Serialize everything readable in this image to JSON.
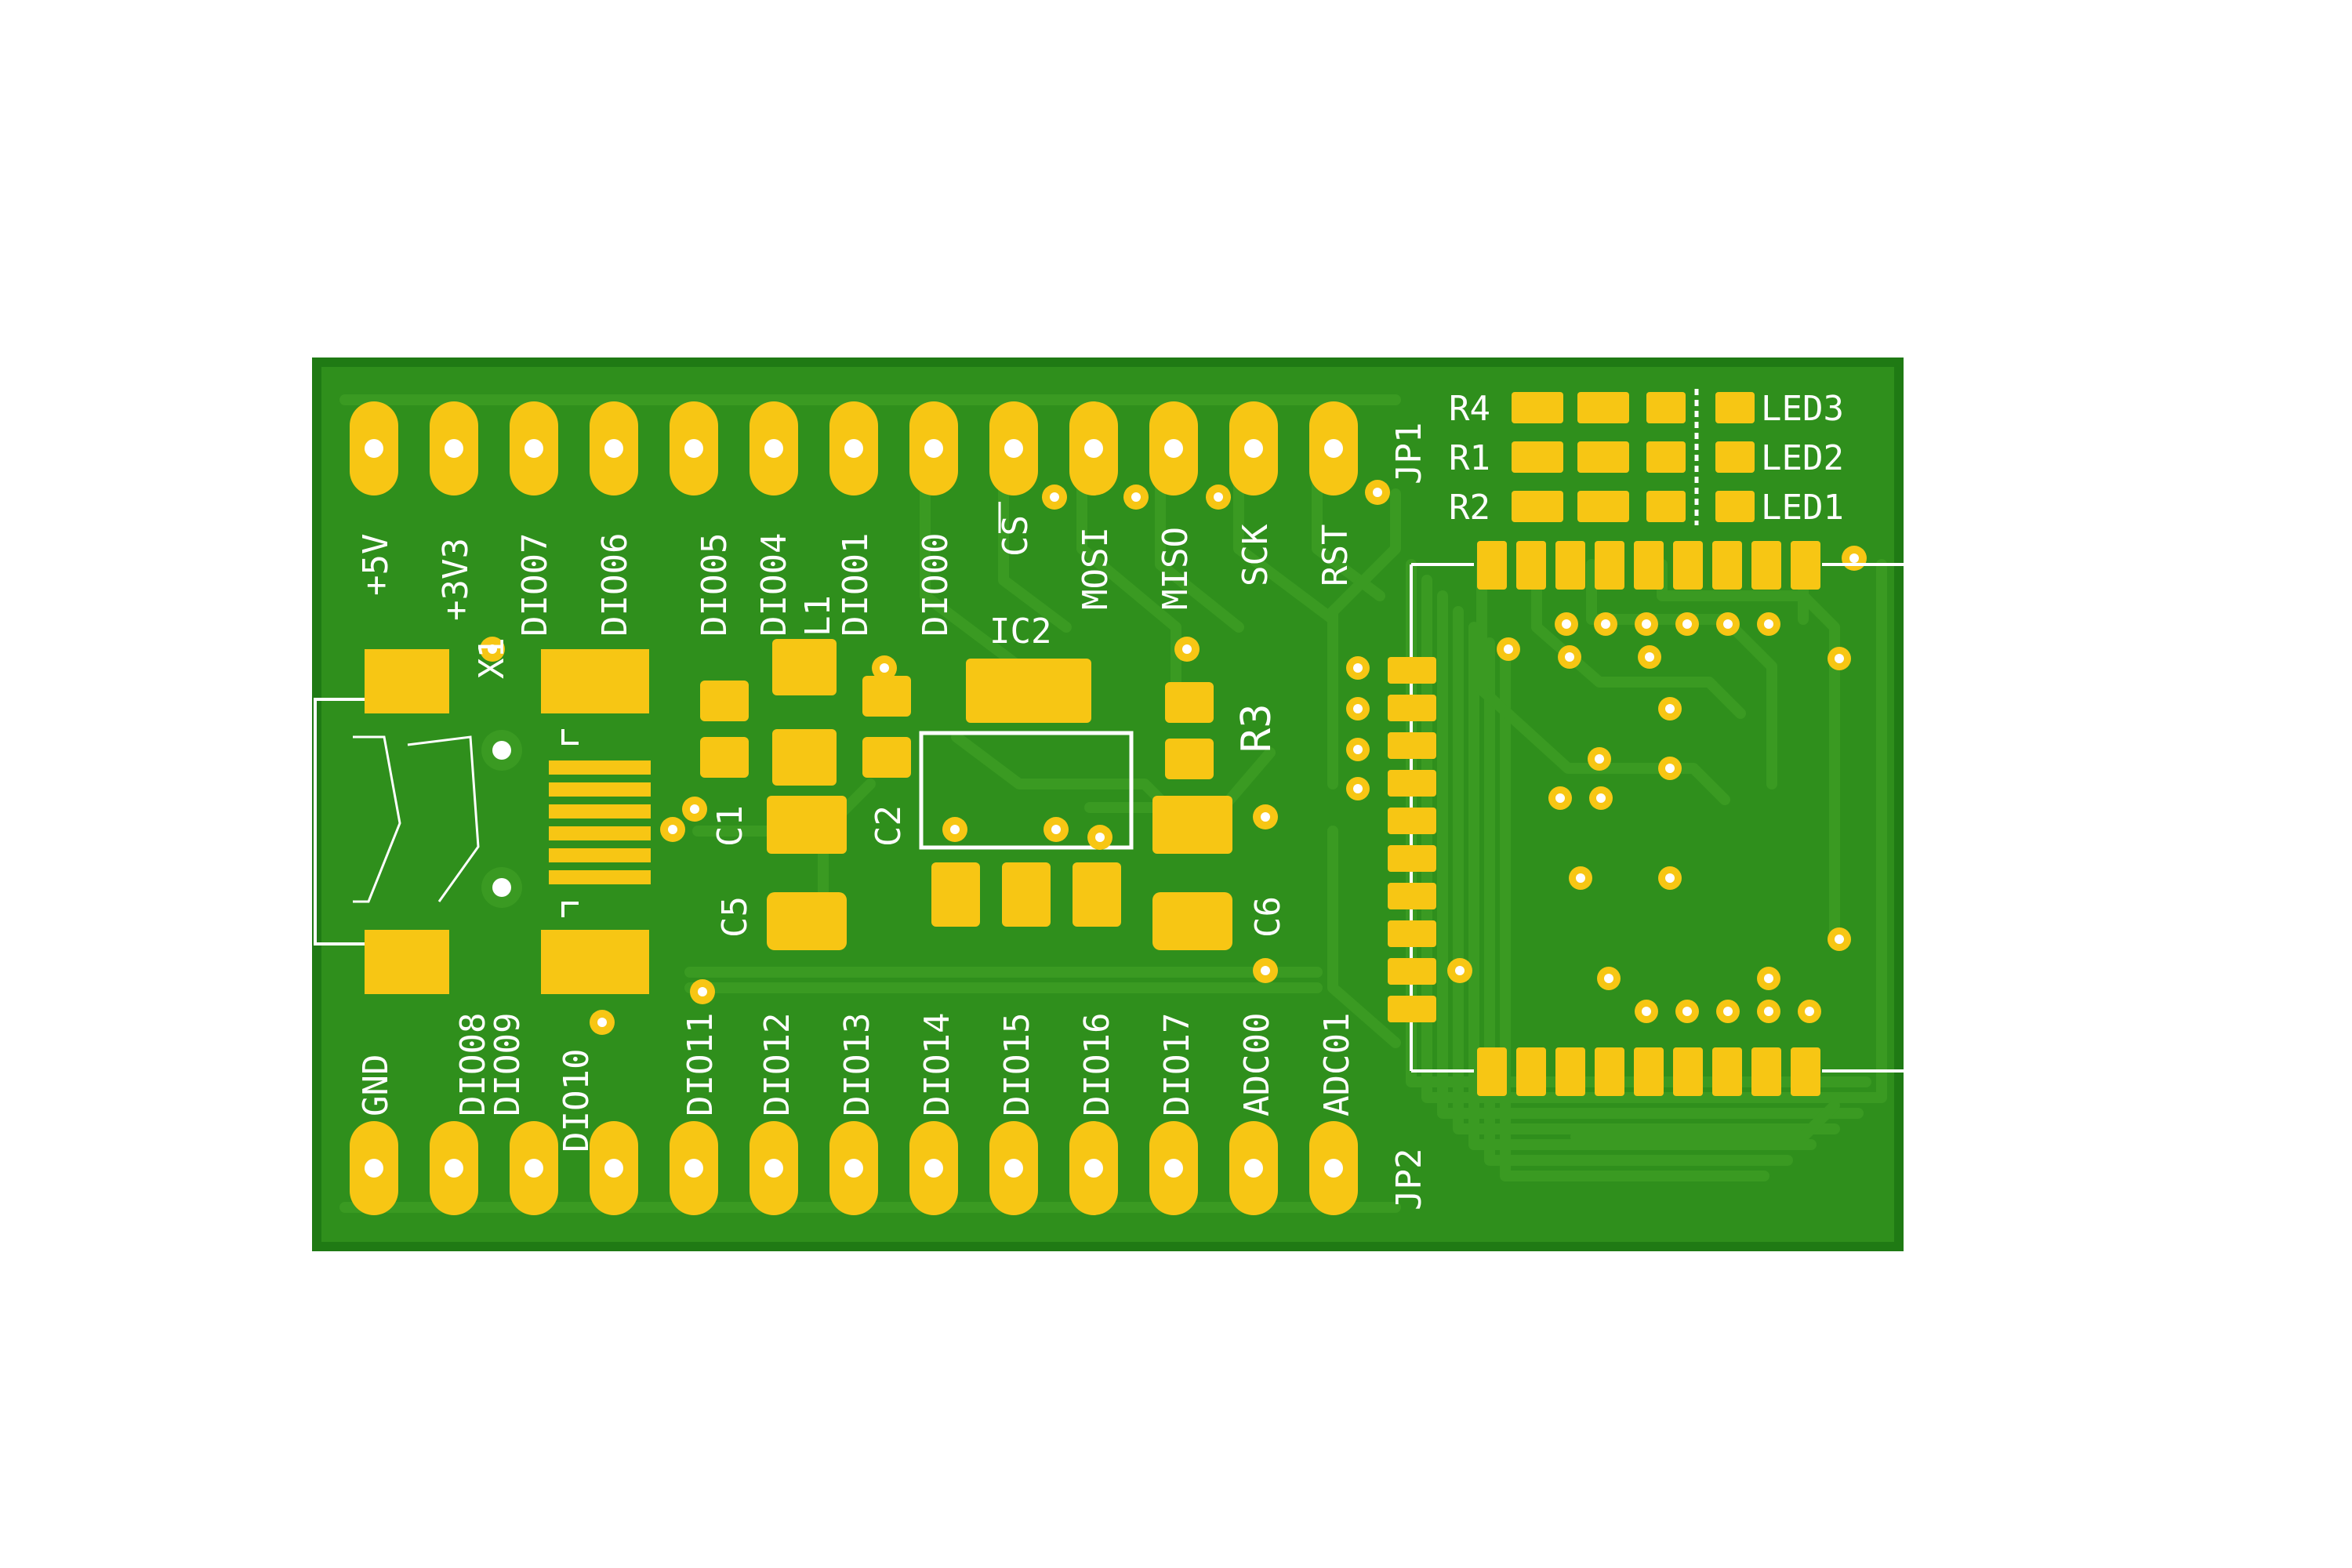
{
  "colors": {
    "background": "#ffffff",
    "board": "#1f7a14",
    "copper_fill": "#2f8f1c",
    "trace": "#3a9a22",
    "pad": "#f7c614",
    "silkscreen": "#ffffff"
  },
  "headers": {
    "top_designator": "JP1",
    "bottom_designator": "JP2",
    "top_pin_labels": [
      "+5V",
      "+3V3",
      "DIO07",
      "DIO06",
      "DIO05",
      "DIO04",
      "DIO01",
      "DIO00",
      "CS",
      "MOSI",
      "MISO",
      "SCK",
      "RST"
    ],
    "bottom_pin_labels": [
      "GND",
      "DIO08",
      "DIO09",
      "DIO10",
      "DIO11",
      "DIO12",
      "DIO13",
      "DIO14",
      "DIO15",
      "DIO16",
      "DIO17",
      "ADC00",
      "ADC01"
    ]
  },
  "components": {
    "x1": "X1",
    "l1": "L1",
    "ic2": "IC2",
    "r3": "R3",
    "c1": "C1",
    "c2": "C2",
    "c5": "C5",
    "c6": "C6",
    "r4": "R4",
    "r1": "R1",
    "r2": "R2",
    "led3": "LED3",
    "led2": "LED2",
    "led1": "LED1"
  }
}
